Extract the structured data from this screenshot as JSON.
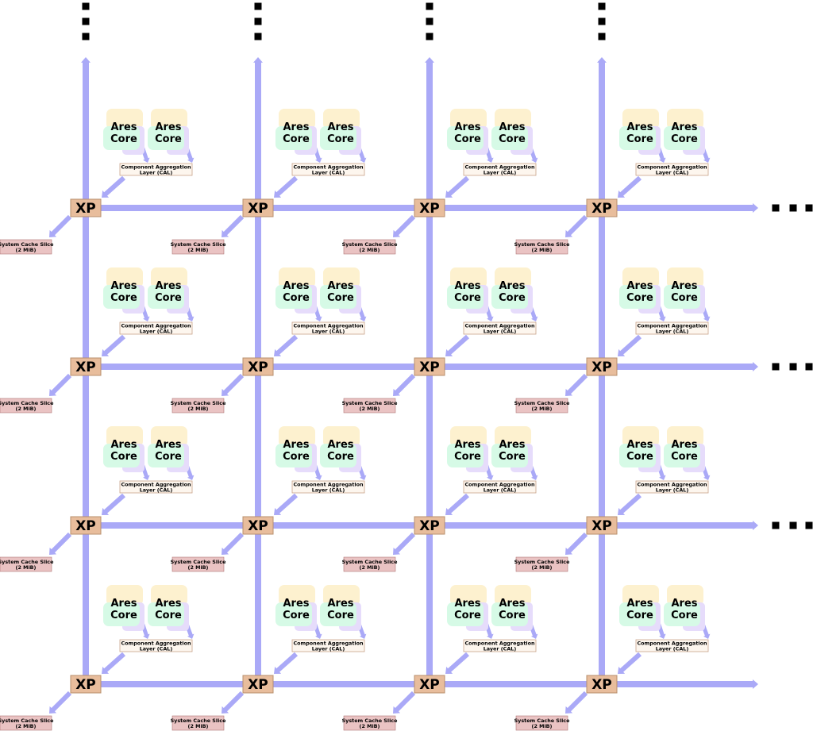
{
  "diagram": {
    "rows": 4,
    "cols": 4,
    "node_label": "XP",
    "core_label_line1": "Ares",
    "core_label_line2": "Core",
    "cores_per_cal": 2,
    "cal_label_line1": "Component Aggregation",
    "cal_label_line2": "Layer (CAL)",
    "slc_label_line1": "System Cache Slice",
    "slc_label_line2": "(2 MiB)",
    "continuation_symbol": "ellipsis",
    "colors": {
      "xp_fill": "#e8bd9c",
      "xp_stroke": "#b8906e",
      "link": "#aaa9f7",
      "core_back": "#fdf1cf",
      "core_front": "#d6fae6",
      "core_side": "#e6dcfb",
      "cal_fill": "#fdf6ee",
      "cal_stroke": "#c9a48a",
      "slc_fill": "#eac3c3",
      "slc_stroke": "#b07575",
      "ellipsis": "#000000"
    }
  }
}
